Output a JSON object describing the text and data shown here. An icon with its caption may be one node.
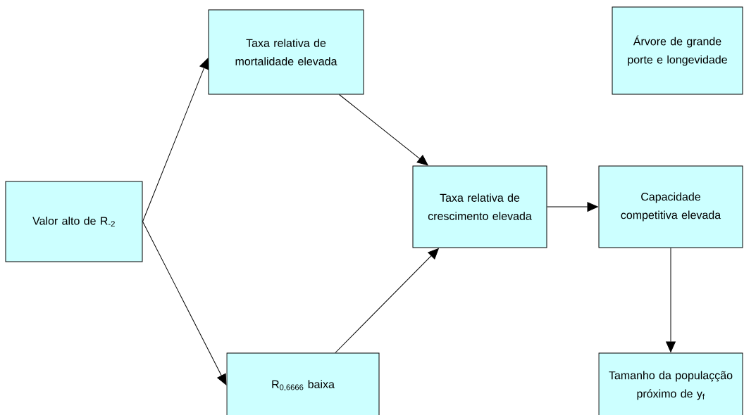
{
  "diagram": {
    "nodes": [
      {
        "text": [
          "Taxa relativa de mortalidade elevada"
        ]
      },
      {
        "text": [
          "Árvore de grande porte e longevidade"
        ]
      },
      {
        "text": [
          "Valor alto de R$_{-2}$"
        ]
      },
      {
        "text": [
          "Taxa relativa de crescimento elevada"
        ]
      },
      {
        "text": [
          "Capacidade competitiva elevada"
        ]
      },
      {
        "text": [
          "R$_{0,6666}$ baixa"
        ]
      },
      {
        "text": [
          "Tamanho da populaçção próximo de y$_{f}$"
        ]
      }
    ],
    "edges": [
      {
        "from": 2,
        "to": 0,
        "arrow": "to"
      },
      {
        "from": 2,
        "to": 5,
        "arrow": "to"
      },
      {
        "from": 0,
        "to": 3,
        "arrow": "to"
      },
      {
        "from": 5,
        "to": 3,
        "arrow": "to"
      },
      {
        "from": 3,
        "to": 4,
        "arrow": "to"
      },
      {
        "from": 4,
        "to": 6,
        "arrow": "to"
      }
    ]
  }
}
